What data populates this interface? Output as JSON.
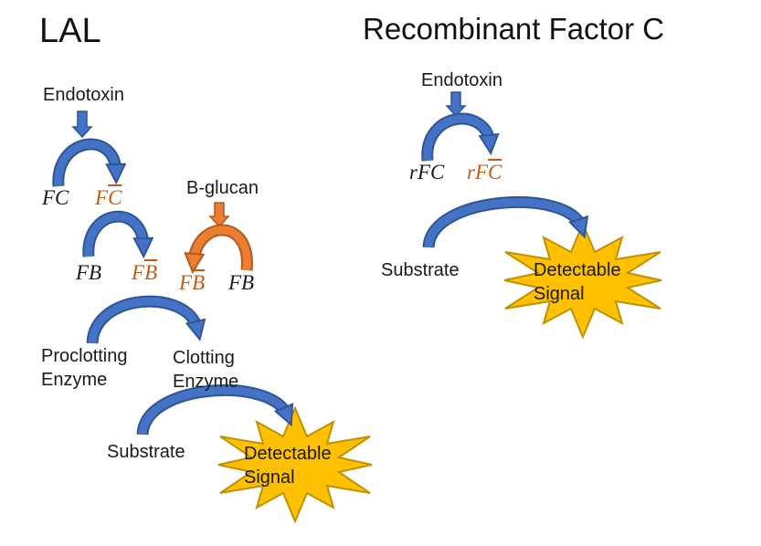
{
  "colors": {
    "arrow_blue": "#4472C4",
    "arrow_blue_outline": "#2F5597",
    "arrow_orange": "#ED7D31",
    "arrow_orange_outline": "#AE5A21",
    "activated_factor_text": "#C55A11",
    "starburst_fill": "#FFC000",
    "starburst_outline": "#BF9000",
    "text": "#1A1A1A",
    "background": "#FFFFFF"
  },
  "left_panel": {
    "title": "LAL",
    "endotoxin_label": "Endotoxin",
    "factor_c": "FC",
    "factor_c_activated": {
      "pre": "F",
      "over": "C"
    },
    "factor_b": "FB",
    "factor_b_activated": {
      "pre": "F",
      "over": "B"
    },
    "b_glucan_label": "B-glucan",
    "b_glucan_factor_b_activated": {
      "pre": "F",
      "over": "B"
    },
    "b_glucan_factor_b": "FB",
    "proclotting_enzyme": {
      "line1": "Proclotting",
      "line2": "Enzyme"
    },
    "clotting_enzyme": {
      "line1": "Clotting",
      "line2": "Enzyme"
    },
    "substrate_label": "Substrate",
    "signal": {
      "line1": "Detectable",
      "line2": "Signal"
    }
  },
  "right_panel": {
    "title": "Recombinant Factor C",
    "endotoxin_label": "Endotoxin",
    "rfc": "rFC",
    "rfc_activated": {
      "pre": "rF",
      "over": "C"
    },
    "substrate_label": "Substrate",
    "signal": {
      "line1": "Detectable",
      "line2": "Signal"
    }
  }
}
